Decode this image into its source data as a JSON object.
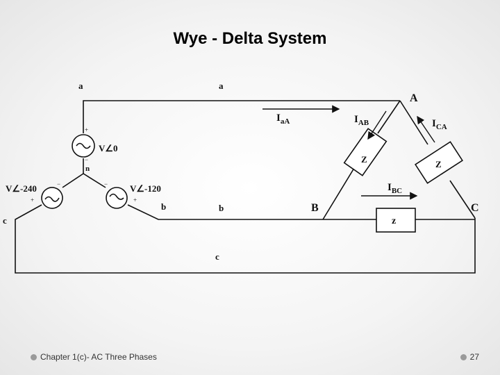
{
  "slide": {
    "title": "Wye - Delta System"
  },
  "labels": {
    "node_a_source": "a",
    "node_a_line": "a",
    "node_b_source": "b",
    "node_b_line": "b",
    "node_c_source": "c",
    "node_c_line": "c",
    "node_n": "n",
    "node_A": "A",
    "node_B": "B",
    "node_C": "C",
    "source_a": "V∠0",
    "source_b": "V∠-120",
    "source_c": "V∠-240",
    "plus": "+",
    "minus": "−",
    "current_aA": "I",
    "current_aA_sub": "aA",
    "current_AB": "I",
    "current_AB_sub": "AB",
    "current_CA": "I",
    "current_CA_sub": "CA",
    "current_BC": "I",
    "current_BC_sub": "BC",
    "impedance": "Z",
    "impedance_lower": "z"
  },
  "footer": {
    "left_text": "Chapter 1(c)- AC Three Phases",
    "page_number": "27"
  }
}
